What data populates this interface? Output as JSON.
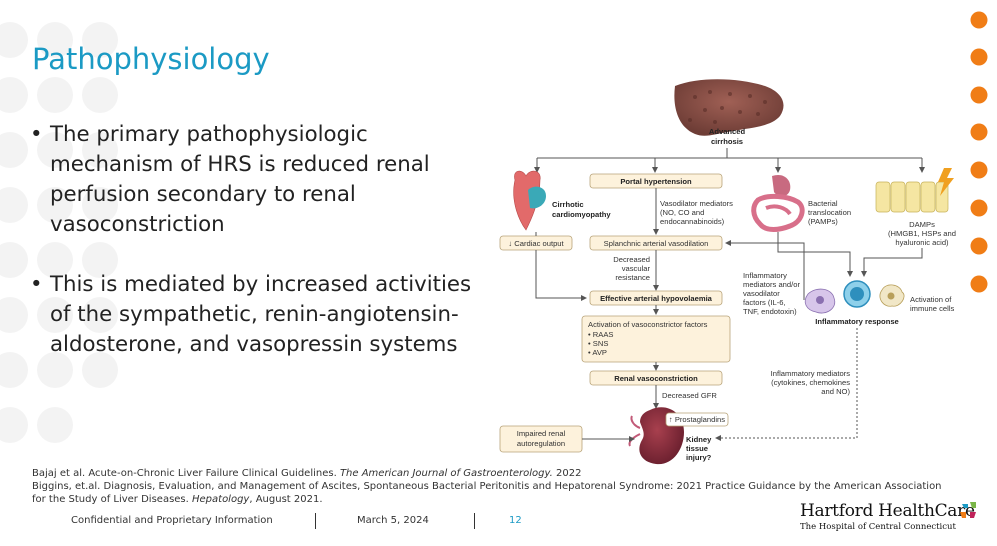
{
  "slide": {
    "title": "Pathophysiology",
    "bullets": [
      "The primary pathophysiologic mechanism of HRS is reduced renal perfusion secondary to renal vasoconstriction",
      "This is mediated by increased activities of the sympathetic, renin-angiotensin-aldosterone, and vasopressin systems"
    ]
  },
  "references": {
    "ref1_plain": "Bajaj et al. Acute-on-Chronic Liver Failure Clinical Guidelines. ",
    "ref1_journal": "The American Journal of Gastroenterology.",
    "ref1_year": " 2022",
    "ref2_plain": "Biggins, et.al. Diagnosis, Evaluation, and Management of Ascites, Spontaneous Bacterial Peritonitis and Hepatorenal Syndrome: 2021 Practice Guidance by the American Association for the Study of Liver Diseases. ",
    "ref2_journal": "Hepatology",
    "ref2_date": ", August 2021."
  },
  "footer": {
    "confidential": "Confidential and Proprietary Information",
    "date": "March 5, 2024",
    "page": "12"
  },
  "logo": {
    "name": "Hartford HealthCare",
    "subtitle": "The Hospital of Central Connecticut"
  },
  "diagram": {
    "advanced_cirrhosis_1": "Advanced",
    "advanced_cirrhosis_2": "cirrhosis",
    "portal_hypertension": "Portal hypertension",
    "cirrhotic_1": "Cirrhotic",
    "cirrhotic_2": "cardiomyopathy",
    "vasodilator_1": "Vasodilator mediators",
    "vasodilator_2": "(NO, CO and",
    "vasodilator_3": "endocannabinoids)",
    "bacterial_1": "Bacterial",
    "bacterial_2": "translocation",
    "bacterial_3": "(PAMPs)",
    "damps_1": "DAMPs",
    "damps_2": "(HMGB1, HSPs and",
    "damps_3": "hyaluronic acid)",
    "cardiac_output": "↓ Cardiac output",
    "splanchnic": "Splanchnic arterial vasodilation",
    "decreased_1": "Decreased",
    "decreased_2": "vascular",
    "decreased_3": "resistance",
    "inflam_med_1": "Inflammatory",
    "inflam_med_2": "mediators and/or",
    "inflam_med_3": "vasodilator",
    "inflam_med_4": "factors (IL-6,",
    "inflam_med_5": "TNF, endotoxin)",
    "effective": "Effective arterial hypovolaemia",
    "activation_immune_1": "Activation of",
    "activation_immune_2": "immune cells",
    "inflammatory_response": "Inflammatory response",
    "vasoconstrictor_title": "Activation of vasoconstrictor factors",
    "raas": "• RAAS",
    "sns": "• SNS",
    "avp": "• AVP",
    "renal_vasoconstriction": "Renal vasoconstriction",
    "inflam_med2_1": "Inflammatory mediators",
    "inflam_med2_2": "(cytokines, chemokines",
    "inflam_med2_3": "and NO)",
    "decreased_gfr": "Decreased GFR",
    "prostaglandins": "↑ Prostaglandins",
    "impaired_1": "Impaired renal",
    "impaired_2": "autoregulation",
    "kidney_1": "Kidney",
    "kidney_2": "tissue",
    "kidney_3": "injury?"
  }
}
